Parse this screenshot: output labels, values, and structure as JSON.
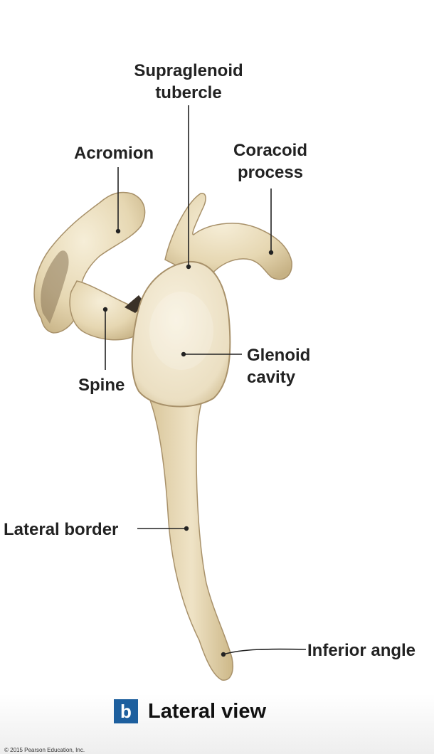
{
  "labels": {
    "supraglenoid_tubercle": [
      "Supraglenoid",
      "tubercle"
    ],
    "acromion": "Acromion",
    "coracoid_process": [
      "Coracoid",
      "process"
    ],
    "glenoid_cavity": [
      "Glenoid",
      "cavity"
    ],
    "spine": "Spine",
    "lateral_border": "Lateral border",
    "inferior_angle": "Inferior angle"
  },
  "caption": {
    "badge": "b",
    "text": "Lateral view"
  },
  "copyright": "© 2015 Pearson Education, Inc.",
  "colors": {
    "bone_light": "#efe4c8",
    "bone_mid": "#dccaa0",
    "bone_dark": "#b59f73",
    "badge": "#1d5f9e"
  }
}
